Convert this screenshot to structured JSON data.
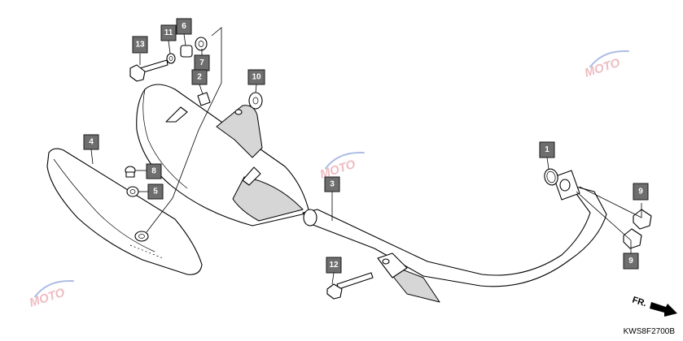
{
  "callouts": [
    {
      "id": "c13",
      "label": "13"
    },
    {
      "id": "c11",
      "label": "11"
    },
    {
      "id": "c6",
      "label": "6"
    },
    {
      "id": "c7",
      "label": "7"
    },
    {
      "id": "c2",
      "label": "2"
    },
    {
      "id": "c10",
      "label": "10"
    },
    {
      "id": "c4",
      "label": "4"
    },
    {
      "id": "c8",
      "label": "8"
    },
    {
      "id": "c5",
      "label": "5"
    },
    {
      "id": "c3",
      "label": "3"
    },
    {
      "id": "c1",
      "label": "1"
    },
    {
      "id": "c9a",
      "label": "9"
    },
    {
      "id": "c9b",
      "label": "9"
    },
    {
      "id": "c12",
      "label": "12"
    }
  ],
  "direction": {
    "label": "FR."
  },
  "diagram_code": "KWS8F2700B",
  "watermark": {
    "text": "MOTO"
  },
  "colors": {
    "callout_fill": "#6e6e6e",
    "watermark": "#e8a0a8"
  }
}
